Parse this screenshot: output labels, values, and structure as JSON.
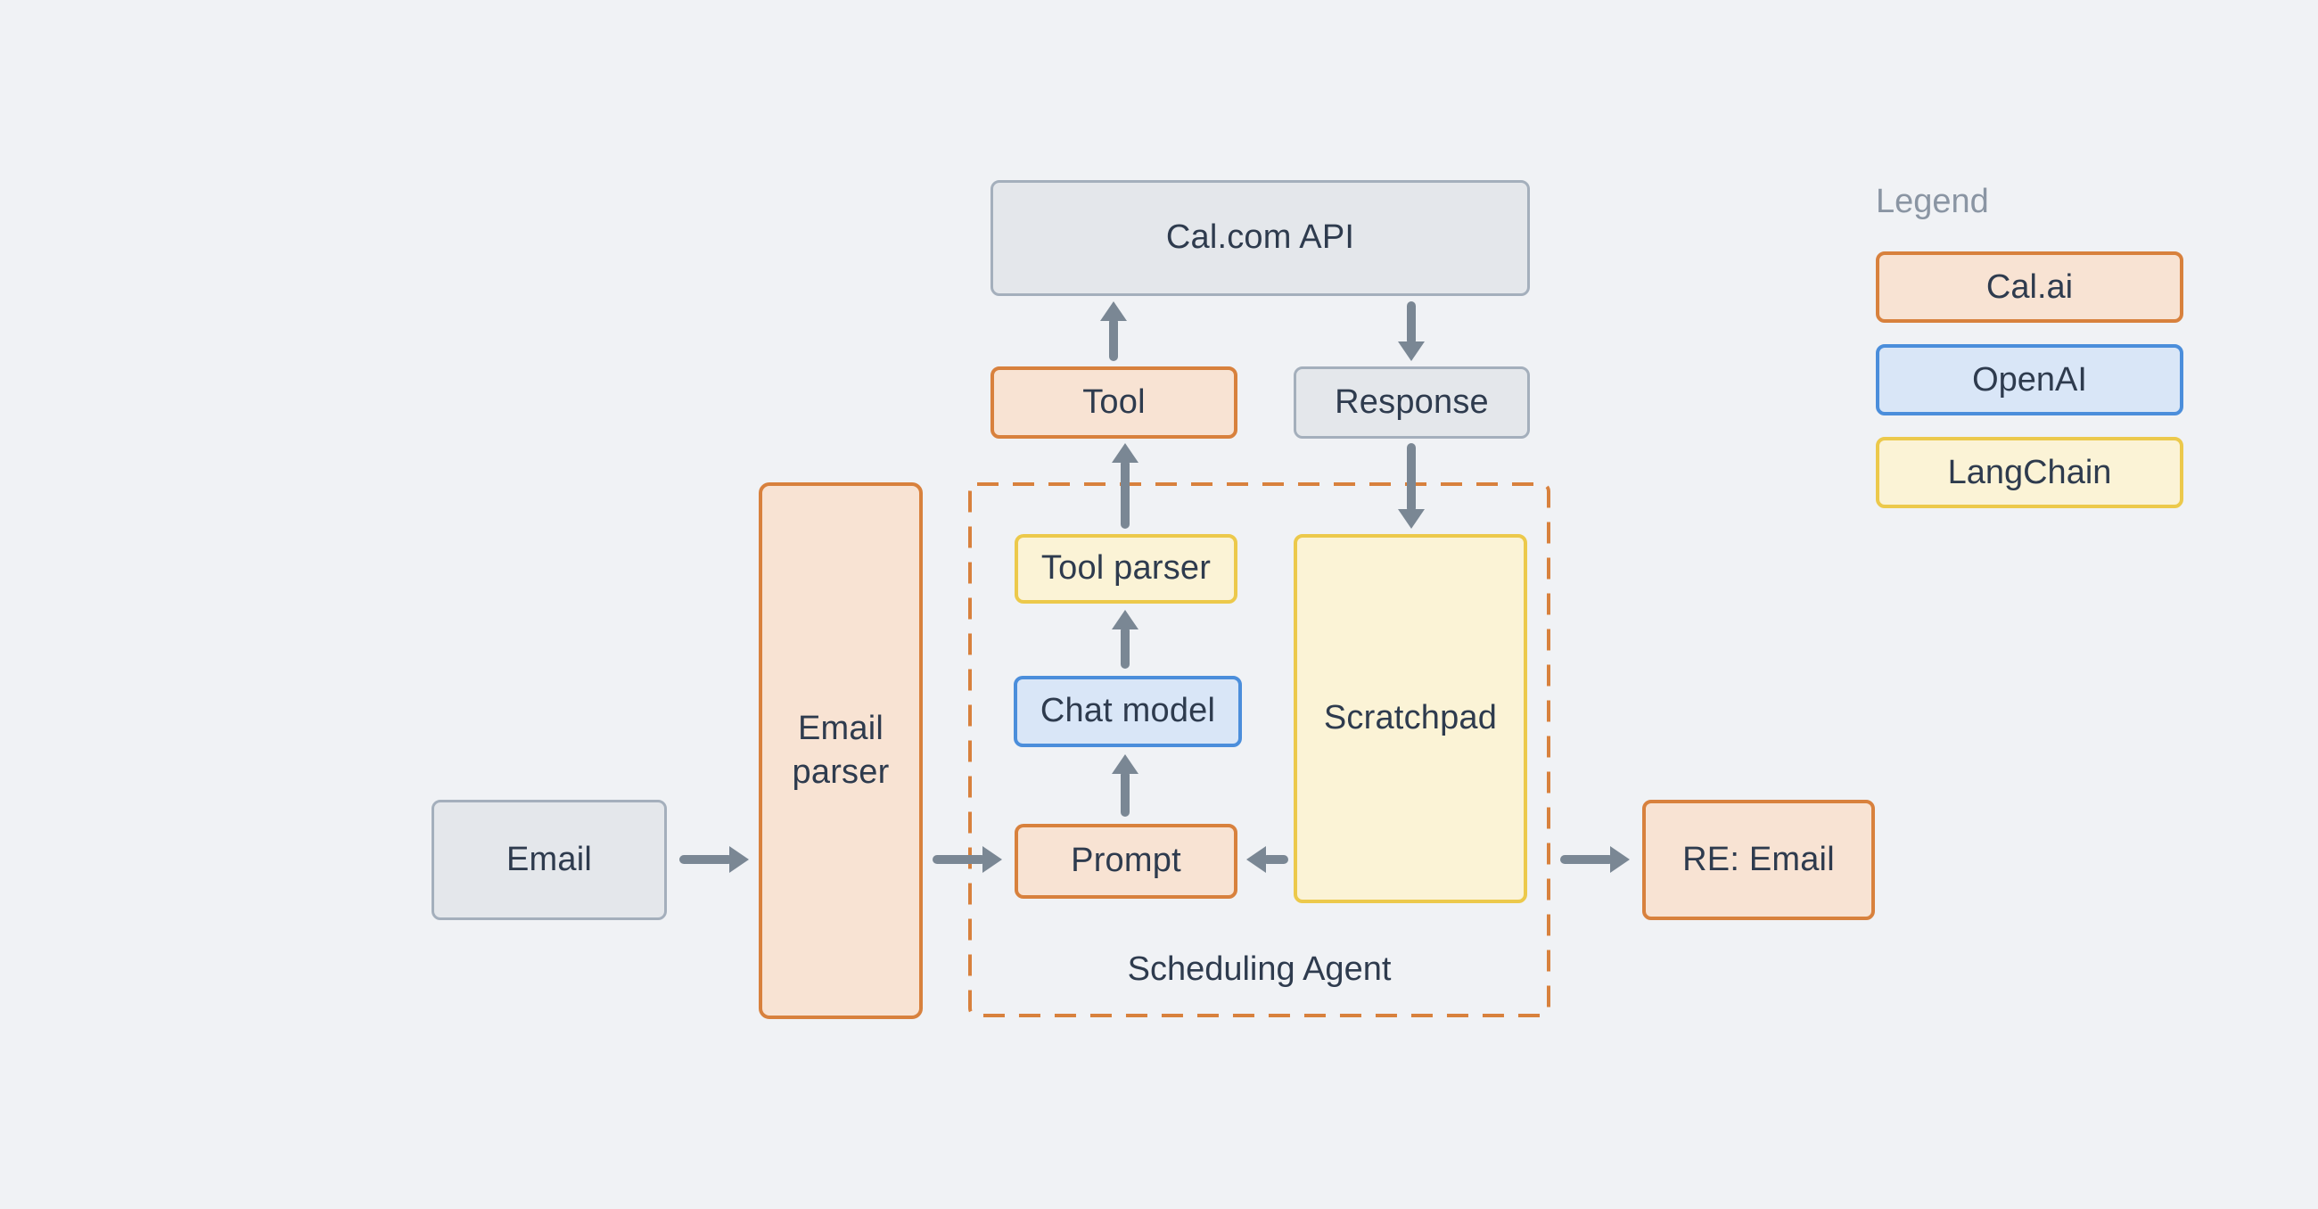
{
  "diagram": {
    "nodes": {
      "email": {
        "label": "Email",
        "category": "neutral"
      },
      "email_parser": {
        "label": "Email parser",
        "category": "cal_ai"
      },
      "cal_api": {
        "label": "Cal.com API",
        "category": "neutral"
      },
      "tool": {
        "label": "Tool",
        "category": "cal_ai"
      },
      "response": {
        "label": "Response",
        "category": "neutral"
      },
      "tool_parser": {
        "label": "Tool parser",
        "category": "langchain"
      },
      "chat_model": {
        "label": "Chat model",
        "category": "openai"
      },
      "prompt": {
        "label": "Prompt",
        "category": "cal_ai"
      },
      "scratchpad": {
        "label": "Scratchpad",
        "category": "langchain"
      },
      "scheduling_agent": {
        "label": "Scheduling Agent",
        "category": "cal_ai"
      },
      "re_email": {
        "label": "RE: Email",
        "category": "cal_ai"
      }
    },
    "edges": [
      {
        "from": "email",
        "to": "email_parser",
        "direction": "right"
      },
      {
        "from": "email_parser",
        "to": "prompt",
        "direction": "right"
      },
      {
        "from": "prompt",
        "to": "chat_model",
        "direction": "up"
      },
      {
        "from": "chat_model",
        "to": "tool_parser",
        "direction": "up"
      },
      {
        "from": "tool_parser",
        "to": "tool",
        "direction": "up"
      },
      {
        "from": "tool",
        "to": "cal_api",
        "direction": "up"
      },
      {
        "from": "cal_api",
        "to": "response",
        "direction": "down"
      },
      {
        "from": "response",
        "to": "scratchpad",
        "direction": "down"
      },
      {
        "from": "scratchpad",
        "to": "prompt",
        "direction": "left"
      },
      {
        "from": "scheduling_agent",
        "to": "re_email",
        "direction": "right"
      }
    ],
    "legend": {
      "title": "Legend",
      "items": [
        {
          "label": "Cal.ai",
          "fill": "#F8E3D3",
          "border": "#D8813D"
        },
        {
          "label": "OpenAI",
          "fill": "#D9E6F7",
          "border": "#4B8EDB"
        },
        {
          "label": "LangChain",
          "fill": "#FBF3D6",
          "border": "#ECC94B"
        }
      ]
    },
    "colors": {
      "background": "#F0F2F5",
      "neutral_fill": "#E4E7EB",
      "neutral_border": "#A4AFBC",
      "cal_ai_fill": "#F8E3D3",
      "cal_ai_border": "#D8813D",
      "openai_fill": "#D9E6F7",
      "openai_border": "#4B8EDB",
      "langchain_fill": "#FBF3D6",
      "langchain_border": "#ECC94B",
      "arrow": "#7A8794",
      "text": "#2E3B4E",
      "legend_title": "#8A95A3",
      "agent_container_border": "#D8813D"
    }
  }
}
